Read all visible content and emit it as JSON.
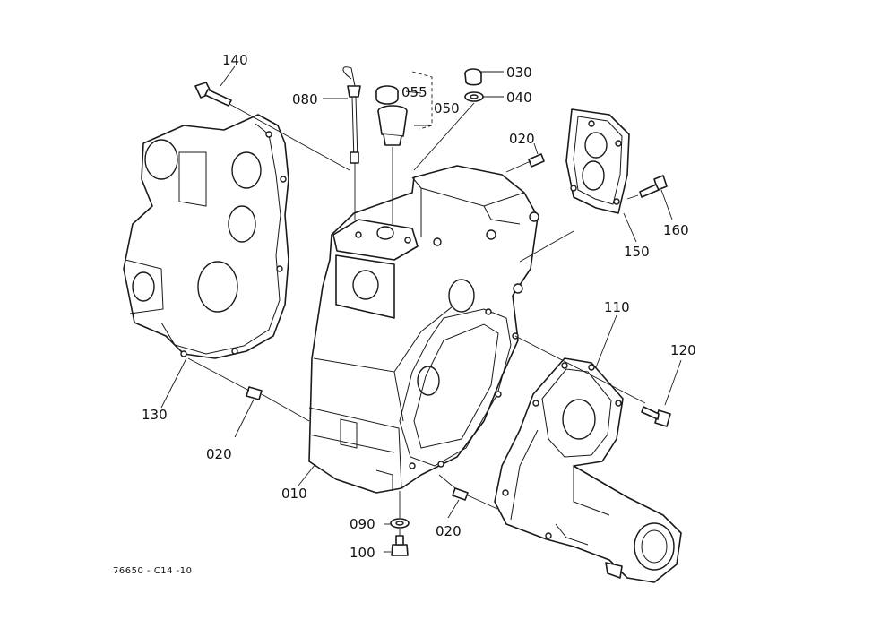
{
  "diagram": {
    "labels": {
      "l010": "010",
      "l020a": "020",
      "l020b": "020",
      "l020c": "020",
      "l030": "030",
      "l040": "040",
      "l050": "050",
      "l055": "055",
      "l080": "080",
      "l090": "090",
      "l100": "100",
      "l110": "110",
      "l120": "120",
      "l130": "130",
      "l140": "140",
      "l150": "150",
      "l160": "160"
    },
    "drawing_code": "76650 - C14 -10"
  }
}
